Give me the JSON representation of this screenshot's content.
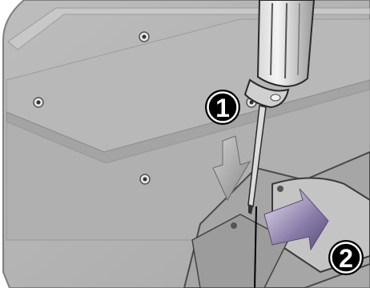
{
  "illustration": {
    "steps": [
      {
        "number": "1",
        "action": "unscrew",
        "icon": "screwdriver-icon"
      },
      {
        "number": "2",
        "action": "slide-out",
        "icon": "arrow-icon"
      }
    ],
    "colors": {
      "panel": "#b2b2b2",
      "panel_edge": "#888888",
      "arrow": "#7a6a98",
      "badge": "#000000",
      "badge_text": "#ffffff"
    }
  }
}
